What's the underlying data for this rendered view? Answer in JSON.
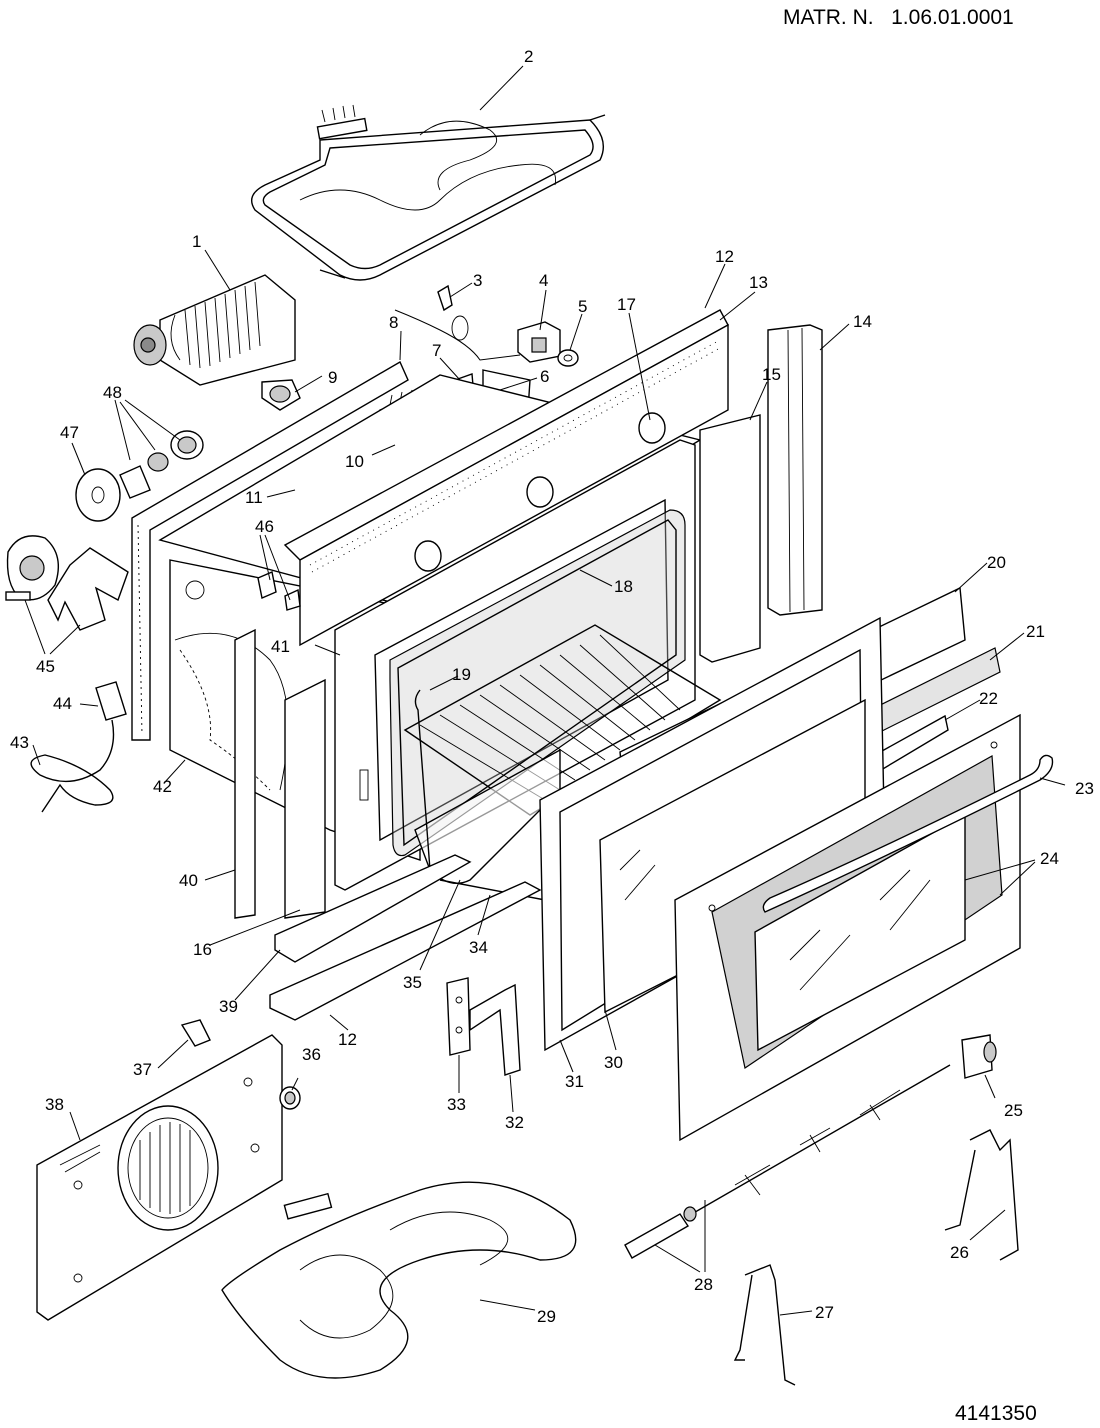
{
  "header": {
    "matr_label": "MATR. N.",
    "matr_number": "1.06.01.0001"
  },
  "footer": {
    "drawing_code": "4141350"
  },
  "labels": [
    {
      "id": "label-1",
      "text": "1"
    },
    {
      "id": "label-2",
      "text": "2"
    },
    {
      "id": "label-3",
      "text": "3"
    },
    {
      "id": "label-4",
      "text": "4"
    },
    {
      "id": "label-5",
      "text": "5"
    },
    {
      "id": "label-6",
      "text": "6"
    },
    {
      "id": "label-7",
      "text": "7"
    },
    {
      "id": "label-8",
      "text": "8"
    },
    {
      "id": "label-9",
      "text": "9"
    },
    {
      "id": "label-10",
      "text": "10"
    },
    {
      "id": "label-11",
      "text": "11"
    },
    {
      "id": "label-12a",
      "text": "12"
    },
    {
      "id": "label-12b",
      "text": "12"
    },
    {
      "id": "label-13",
      "text": "13"
    },
    {
      "id": "label-14",
      "text": "14"
    },
    {
      "id": "label-15",
      "text": "15"
    },
    {
      "id": "label-16",
      "text": "16"
    },
    {
      "id": "label-17",
      "text": "17"
    },
    {
      "id": "label-18",
      "text": "18"
    },
    {
      "id": "label-19",
      "text": "19"
    },
    {
      "id": "label-20",
      "text": "20"
    },
    {
      "id": "label-21",
      "text": "21"
    },
    {
      "id": "label-22",
      "text": "22"
    },
    {
      "id": "label-23",
      "text": "23"
    },
    {
      "id": "label-24",
      "text": "24"
    },
    {
      "id": "label-25",
      "text": "25"
    },
    {
      "id": "label-26",
      "text": "26"
    },
    {
      "id": "label-27",
      "text": "27"
    },
    {
      "id": "label-28",
      "text": "28"
    },
    {
      "id": "label-29",
      "text": "29"
    },
    {
      "id": "label-30",
      "text": "30"
    },
    {
      "id": "label-31",
      "text": "31"
    },
    {
      "id": "label-32",
      "text": "32"
    },
    {
      "id": "label-33",
      "text": "33"
    },
    {
      "id": "label-34",
      "text": "34"
    },
    {
      "id": "label-35",
      "text": "35"
    },
    {
      "id": "label-36",
      "text": "36"
    },
    {
      "id": "label-37",
      "text": "37"
    },
    {
      "id": "label-38",
      "text": "38"
    },
    {
      "id": "label-39",
      "text": "39"
    },
    {
      "id": "label-40",
      "text": "40"
    },
    {
      "id": "label-41",
      "text": "41"
    },
    {
      "id": "label-42",
      "text": "42"
    },
    {
      "id": "label-43",
      "text": "43"
    },
    {
      "id": "label-44",
      "text": "44"
    },
    {
      "id": "label-45",
      "text": "45"
    },
    {
      "id": "label-46",
      "text": "46"
    },
    {
      "id": "label-47",
      "text": "47"
    },
    {
      "id": "label-48",
      "text": "48"
    }
  ]
}
